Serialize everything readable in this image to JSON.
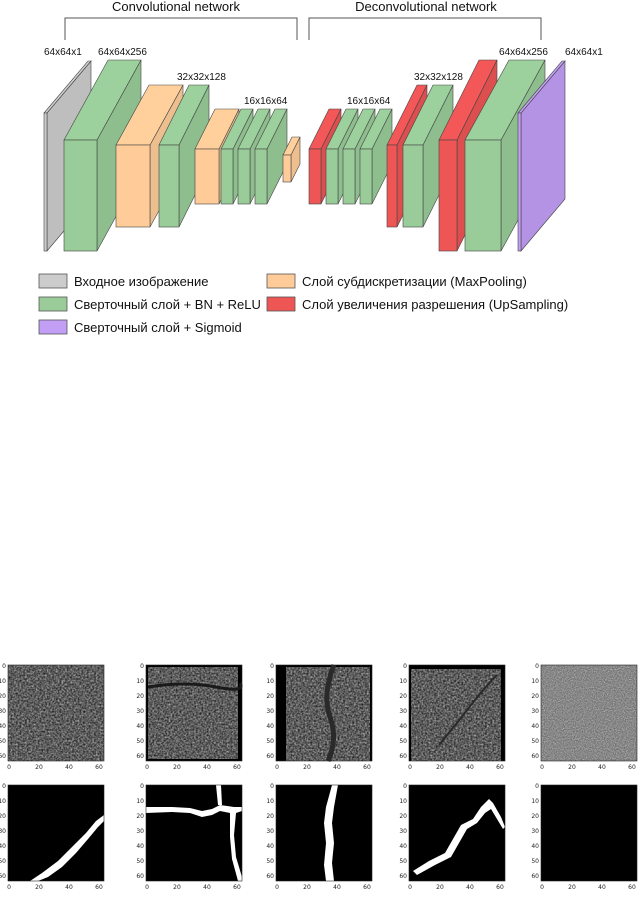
{
  "header": {
    "left_title": "Convolutional network",
    "right_title": "Deconvolutional network"
  },
  "colors": {
    "input": "#cccccc",
    "conv_bn_relu": "#99cc99",
    "maxpool": "#ffcc99",
    "upsampling": "#ee5555",
    "conv_sigmoid": "#c29ef5"
  },
  "dimension_labels": {
    "input": "64x64x1",
    "enc1": "64x64x256",
    "enc2": "32x32x128",
    "enc3": "16x16x64",
    "dec1": "16x16x64",
    "dec2": "32x32x128",
    "dec3": "64x64x256",
    "output": "64x64x1"
  },
  "legend": [
    {
      "label": "Входное изображение",
      "color_key": "input"
    },
    {
      "label": "Слой субдискретизации (MaxPooling)",
      "color_key": "maxpool"
    },
    {
      "label": "Сверточный слой + BN + ReLU",
      "color_key": "conv_bn_relu"
    },
    {
      "label": "Слой увеличения разрешения (UpSampling)",
      "color_key": "upsampling"
    },
    {
      "label": "Сверточный слой + Sigmoid",
      "color_key": "conv_sigmoid"
    }
  ],
  "samples": {
    "y_ticks": [
      "0",
      "10",
      "20",
      "30",
      "40",
      "50",
      "60"
    ],
    "x_ticks": [
      "0",
      "20",
      "40",
      "60"
    ],
    "count": 5
  }
}
